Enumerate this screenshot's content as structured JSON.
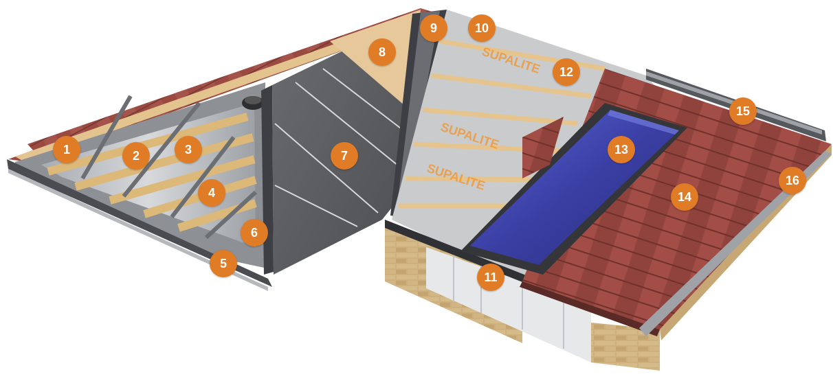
{
  "colors": {
    "marker": "#e07b26",
    "shingle": "#9b4a42",
    "frame": "#3d3f44",
    "timber": "#e3c48f",
    "membrane": "#c9cbcd",
    "insulation": "#b9bcc0",
    "glass": "#3b3f9e",
    "brick": "#cdb07d"
  },
  "markers": [
    {
      "id": "marker-1",
      "label": "1"
    },
    {
      "id": "marker-2",
      "label": "2"
    },
    {
      "id": "marker-3",
      "label": "3"
    },
    {
      "id": "marker-4",
      "label": "4"
    },
    {
      "id": "marker-5",
      "label": "5"
    },
    {
      "id": "marker-6",
      "label": "6"
    },
    {
      "id": "marker-7",
      "label": "7"
    },
    {
      "id": "marker-8",
      "label": "8"
    },
    {
      "id": "marker-9",
      "label": "9"
    },
    {
      "id": "marker-10",
      "label": "10"
    },
    {
      "id": "marker-11",
      "label": "11"
    },
    {
      "id": "marker-12",
      "label": "12"
    },
    {
      "id": "marker-13",
      "label": "13"
    },
    {
      "id": "marker-14",
      "label": "14"
    },
    {
      "id": "marker-15",
      "label": "15"
    },
    {
      "id": "marker-16",
      "label": "16"
    }
  ]
}
